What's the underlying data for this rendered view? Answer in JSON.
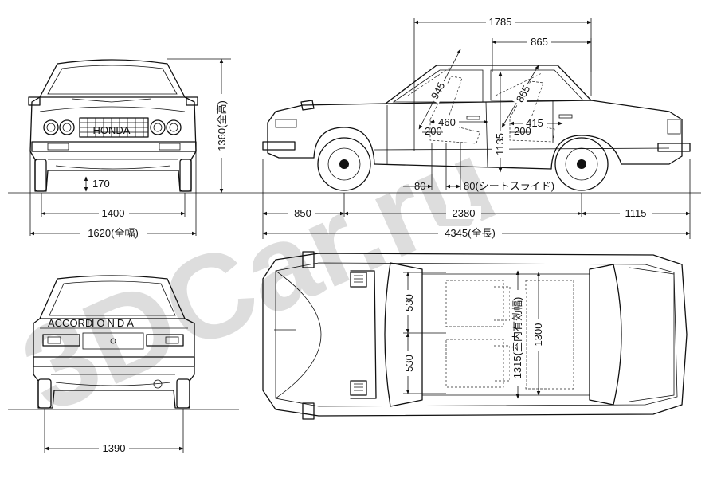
{
  "front_view": {
    "track": "1400",
    "overall_width": "1620(全幅)",
    "overall_height": "1360(全高)",
    "ground_clearance": "170",
    "badge": "HONDA"
  },
  "side_view": {
    "interior_length": "1785",
    "rear_headroom_span": "865",
    "front_seat_height": "945",
    "rear_seat_height": "865",
    "front_seat_depth": "460",
    "rear_seat_depth": "415",
    "front_offset_200": "200",
    "rear_offset_200": "200",
    "seat_to_roof": "1135",
    "seat_slide_front": "80",
    "seat_slide_rear": "80(シートスライド)",
    "front_overhang": "850",
    "wheelbase": "2380",
    "rear_overhang": "1115",
    "overall_length": "4345(全長)"
  },
  "rear_view": {
    "rear_track": "1390",
    "trunk_lettering_left": "ACCORD",
    "trunk_lettering_center": "HONDA"
  },
  "top_view": {
    "front_seat_width": "530",
    "rear_seat_width": "530",
    "interior_width": "1315(室内有効幅)",
    "cabin_width": "1300"
  },
  "watermark": "3DCar.ru"
}
